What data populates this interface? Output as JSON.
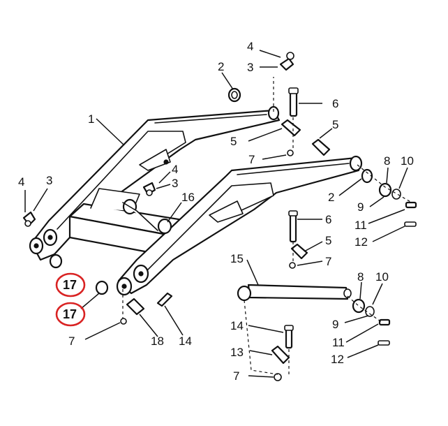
{
  "diagram": {
    "callouts": [
      {
        "id": "c1",
        "label": "1"
      },
      {
        "id": "c2a",
        "label": "2"
      },
      {
        "id": "c3a",
        "label": "3"
      },
      {
        "id": "c4a",
        "label": "4"
      },
      {
        "id": "c6a",
        "label": "6"
      },
      {
        "id": "c5a",
        "label": "5"
      },
      {
        "id": "c5b",
        "label": "5"
      },
      {
        "id": "c7a",
        "label": "7"
      },
      {
        "id": "c4b",
        "label": "4"
      },
      {
        "id": "c3b",
        "label": "3"
      },
      {
        "id": "c16",
        "label": "16"
      },
      {
        "id": "c4c",
        "label": "4"
      },
      {
        "id": "c3c",
        "label": "3"
      },
      {
        "id": "c8a",
        "label": "8"
      },
      {
        "id": "c10a",
        "label": "10"
      },
      {
        "id": "c2b",
        "label": "2"
      },
      {
        "id": "c9a",
        "label": "9"
      },
      {
        "id": "c11a",
        "label": "11"
      },
      {
        "id": "c12a",
        "label": "12"
      },
      {
        "id": "c6b",
        "label": "6"
      },
      {
        "id": "c5c",
        "label": "5"
      },
      {
        "id": "c7b",
        "label": "7"
      },
      {
        "id": "c15",
        "label": "15"
      },
      {
        "id": "c17a",
        "label": "17"
      },
      {
        "id": "c17b",
        "label": "17"
      },
      {
        "id": "c7c",
        "label": "7"
      },
      {
        "id": "c18",
        "label": "18"
      },
      {
        "id": "c14a",
        "label": "14"
      },
      {
        "id": "c8b",
        "label": "8"
      },
      {
        "id": "c10b",
        "label": "10"
      },
      {
        "id": "c14b",
        "label": "14"
      },
      {
        "id": "c9b",
        "label": "9"
      },
      {
        "id": "c11b",
        "label": "11"
      },
      {
        "id": "c13",
        "label": "13"
      },
      {
        "id": "c12b",
        "label": "12"
      },
      {
        "id": "c7d",
        "label": "7"
      }
    ],
    "highlight_color": "#d92323",
    "line_color": "#111111"
  }
}
